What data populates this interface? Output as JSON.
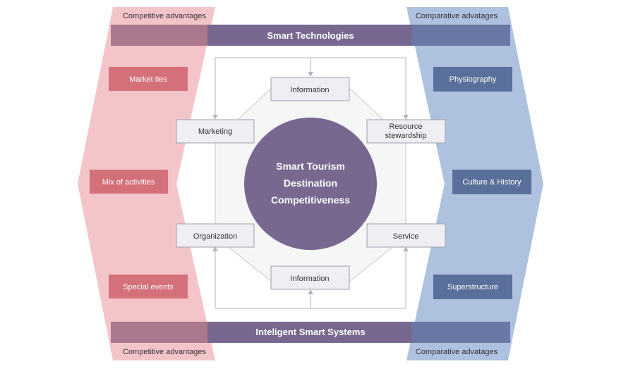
{
  "left_side": {
    "top_label": "Competitive advantages",
    "bottom_label": "Competitive advantages",
    "items": [
      "Market ties",
      "Mix of activities",
      "Special events"
    ]
  },
  "right_side": {
    "top_label": "Comparative advatages",
    "bottom_label": "Comparative advatages",
    "items": [
      "Physiography",
      "Culture & History",
      "Superstructure"
    ]
  },
  "top_banner": "Smart Technologies",
  "bottom_banner": "Inteligent Smart Systems",
  "center": {
    "lines": [
      "Smart Tourism",
      "Destination",
      "Competitiveness"
    ]
  },
  "nodes": {
    "info_top": "Information",
    "marketing": "Marketing",
    "resource": [
      "Resource",
      "stewardship"
    ],
    "organization": "Organization",
    "service": "Service",
    "info_bottom": "Information"
  },
  "colors": {
    "left_panel": "#f3c5c9",
    "left_box": "#d4707a",
    "right_panel": "#aec1df",
    "right_box": "#5a6f9a",
    "banner_left": "#ab778c",
    "banner_mid": "#786890",
    "banner_right": "#6a78a6",
    "center_circle": "#786890",
    "node_fill": "#eeeef3",
    "node_stroke": "#9f9fac"
  }
}
